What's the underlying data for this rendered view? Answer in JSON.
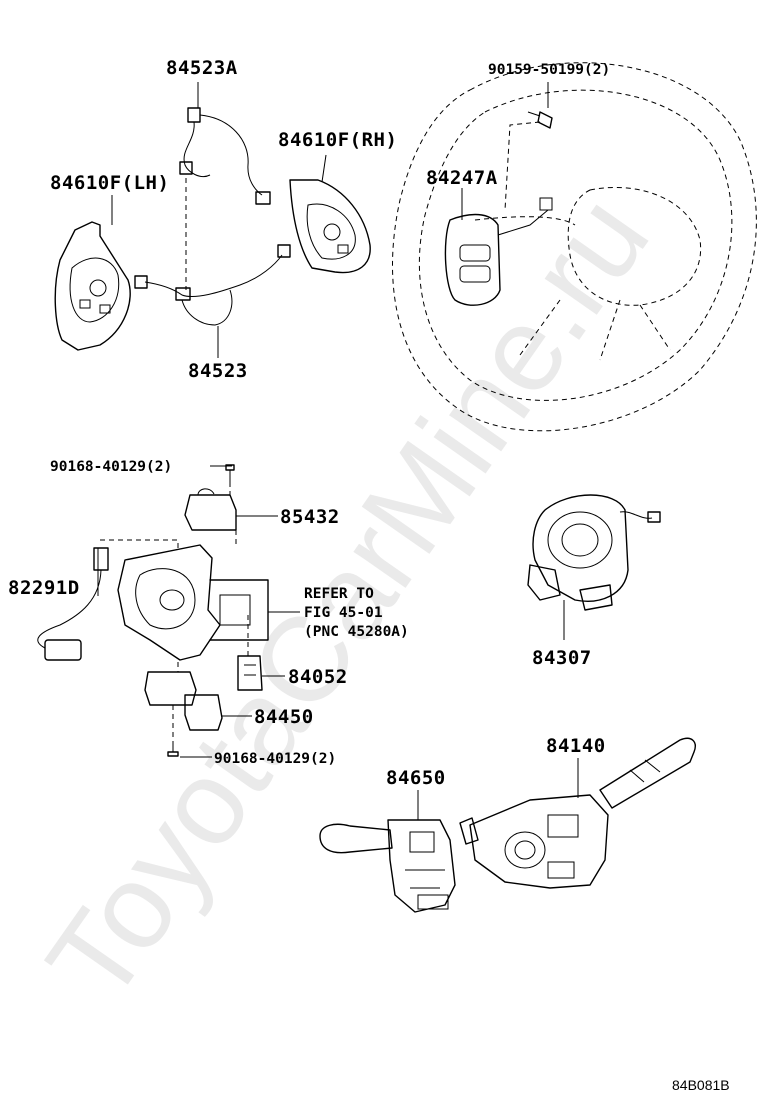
{
  "labels": {
    "p84523A": "84523A",
    "p84610F_LH": "84610F(LH)",
    "p84610F_RH": "84610F(RH)",
    "p84523": "84523",
    "p90159": "90159-50199(2)",
    "p84247A": "84247A",
    "p90168_top": "90168-40129(2)",
    "p85432": "85432",
    "p82291D": "82291D",
    "refer_1": "REFER TO",
    "refer_2": "FIG 45-01",
    "refer_3": "(PNC 45280A)",
    "p84052": "84052",
    "p84450": "84450",
    "p90168_bottom": "90168-40129(2)",
    "p84307": "84307",
    "p84140": "84140",
    "p84650": "84650"
  },
  "diagram_code": "84B081B",
  "watermark": "ToyotaCarMine.ru"
}
